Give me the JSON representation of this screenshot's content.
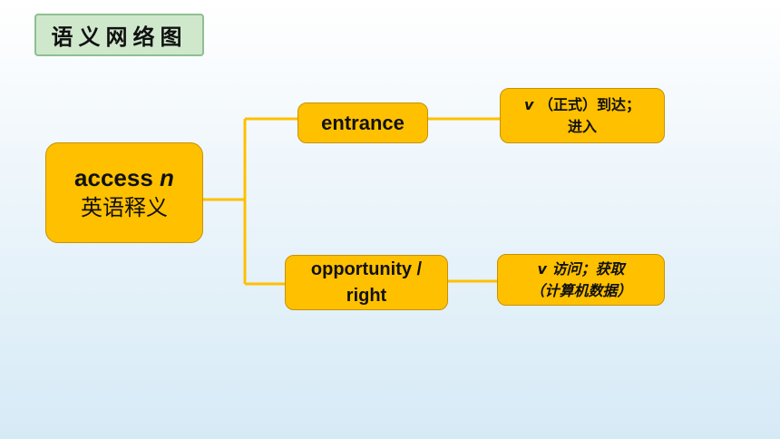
{
  "title": "语义网络图",
  "root": {
    "word": "access",
    "pos": "n",
    "subtitle": "英语释义"
  },
  "branches": [
    {
      "label": "entrance",
      "pos": "v",
      "meaning_line1": "（正式）到达；",
      "meaning_line2": "进入"
    },
    {
      "label_line1": "opportunity /",
      "label_line2": "right",
      "meaning_line1": "v 访问；获取",
      "meaning_line2": "（计算机数据）"
    }
  ],
  "colors": {
    "node_fill": "#ffc000",
    "connector": "#ffc000",
    "title_fill": "#cfe8cc"
  }
}
